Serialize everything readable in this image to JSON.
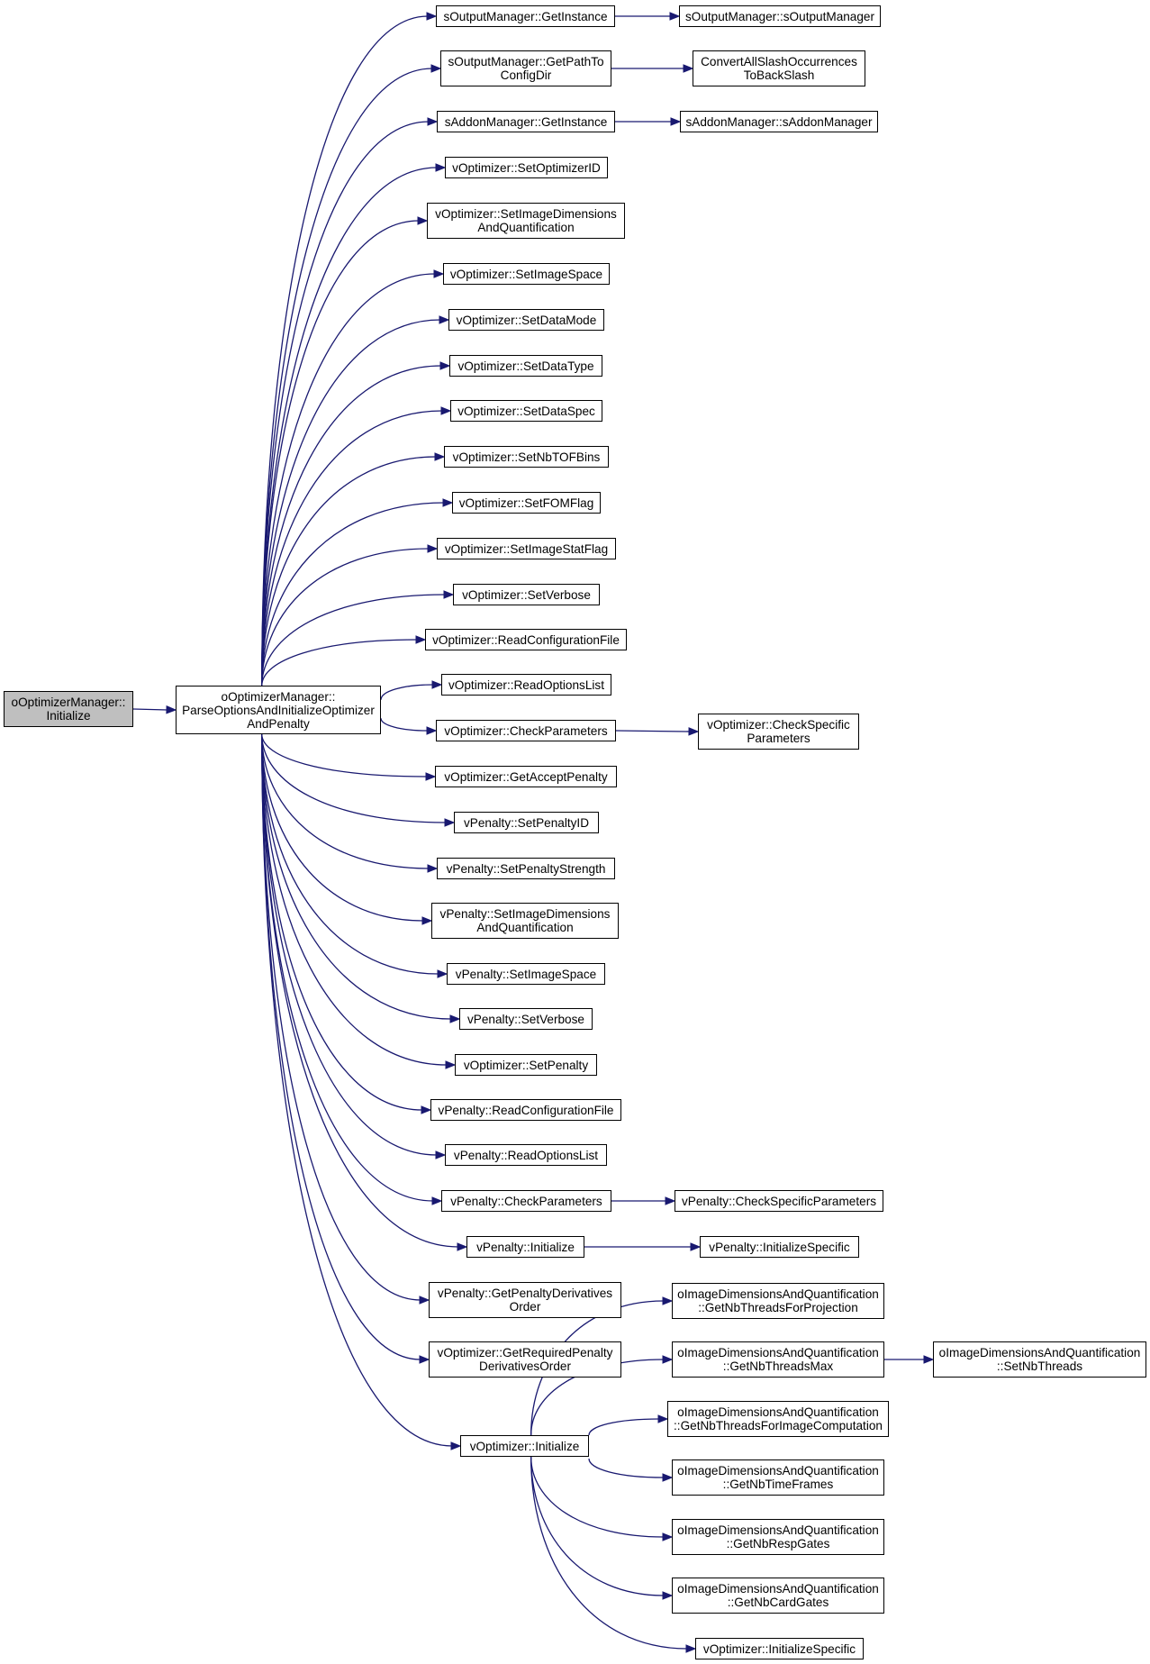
{
  "colors": {
    "edge": "#191970",
    "root_fill": "#bfbfbf",
    "node_border": "#000000"
  },
  "nodes": {
    "root": "oOptimizerManager::\nInitialize",
    "parse": "oOptimizerManager::\nParseOptionsAndInitializeOptimizer\nAndPenalty",
    "out_getinst": "sOutputManager::GetInstance",
    "out_ctor": "sOutputManager::sOutputManager",
    "out_getpath": "sOutputManager::GetPathTo\nConfigDir",
    "convert_slash": "ConvertAllSlashOccurrences\nToBackSlash",
    "addon_getinst": "sAddonManager::GetInstance",
    "addon_ctor": "sAddonManager::sAddonManager",
    "vo_setoptid": "vOptimizer::SetOptimizerID",
    "vo_setimgdim": "vOptimizer::SetImageDimensions\nAndQuantification",
    "vo_setimgspace": "vOptimizer::SetImageSpace",
    "vo_setdatamode": "vOptimizer::SetDataMode",
    "vo_setdatatype": "vOptimizer::SetDataType",
    "vo_setdataspec": "vOptimizer::SetDataSpec",
    "vo_setnbtof": "vOptimizer::SetNbTOFBins",
    "vo_setfom": "vOptimizer::SetFOMFlag",
    "vo_setimgstat": "vOptimizer::SetImageStatFlag",
    "vo_setverbose": "vOptimizer::SetVerbose",
    "vo_readconf": "vOptimizer::ReadConfigurationFile",
    "vo_readopts": "vOptimizer::ReadOptionsList",
    "vo_checkparams": "vOptimizer::CheckParameters",
    "vo_checkspec": "vOptimizer::CheckSpecific\nParameters",
    "vo_getaccept": "vOptimizer::GetAcceptPenalty",
    "vp_setpenid": "vPenalty::SetPenaltyID",
    "vp_setstrength": "vPenalty::SetPenaltyStrength",
    "vp_setimgdim": "vPenalty::SetImageDimensions\nAndQuantification",
    "vp_setimgspace": "vPenalty::SetImageSpace",
    "vp_setverbose": "vPenalty::SetVerbose",
    "vo_setpenalty": "vOptimizer::SetPenalty",
    "vp_readconf": "vPenalty::ReadConfigurationFile",
    "vp_readopts": "vPenalty::ReadOptionsList",
    "vp_checkparams": "vPenalty::CheckParameters",
    "vp_checkspec": "vPenalty::CheckSpecificParameters",
    "vp_init": "vPenalty::Initialize",
    "vp_initspec": "vPenalty::InitializeSpecific",
    "vp_getderiv": "vPenalty::GetPenaltyDerivatives\nOrder",
    "vo_getreqderiv": "vOptimizer::GetRequiredPenalty\nDerivativesOrder",
    "vo_init": "vOptimizer::Initialize",
    "oi_threadsproj": "oImageDimensionsAndQuantification\n::GetNbThreadsForProjection",
    "oi_threadsmax": "oImageDimensionsAndQuantification\n::GetNbThreadsMax",
    "oi_setthreads": "oImageDimensionsAndQuantification\n::SetNbThreads",
    "oi_threadsimg": "oImageDimensionsAndQuantification\n::GetNbThreadsForImageComputation",
    "oi_timeframes": "oImageDimensionsAndQuantification\n::GetNbTimeFrames",
    "oi_respgates": "oImageDimensionsAndQuantification\n::GetNbRespGates",
    "oi_cardgates": "oImageDimensionsAndQuantification\n::GetNbCardGates",
    "vo_initspec": "vOptimizer::InitializeSpecific"
  },
  "edges": [
    [
      "root",
      "parse"
    ],
    [
      "parse",
      "out_getinst"
    ],
    [
      "parse",
      "out_getpath"
    ],
    [
      "parse",
      "addon_getinst"
    ],
    [
      "parse",
      "vo_setoptid"
    ],
    [
      "parse",
      "vo_setimgdim"
    ],
    [
      "parse",
      "vo_setimgspace"
    ],
    [
      "parse",
      "vo_setdatamode"
    ],
    [
      "parse",
      "vo_setdatatype"
    ],
    [
      "parse",
      "vo_setdataspec"
    ],
    [
      "parse",
      "vo_setnbtof"
    ],
    [
      "parse",
      "vo_setfom"
    ],
    [
      "parse",
      "vo_setimgstat"
    ],
    [
      "parse",
      "vo_setverbose"
    ],
    [
      "parse",
      "vo_readconf"
    ],
    [
      "parse",
      "vo_readopts"
    ],
    [
      "parse",
      "vo_checkparams"
    ],
    [
      "parse",
      "vo_getaccept"
    ],
    [
      "parse",
      "vp_setpenid"
    ],
    [
      "parse",
      "vp_setstrength"
    ],
    [
      "parse",
      "vp_setimgdim"
    ],
    [
      "parse",
      "vp_setimgspace"
    ],
    [
      "parse",
      "vp_setverbose"
    ],
    [
      "parse",
      "vo_setpenalty"
    ],
    [
      "parse",
      "vp_readconf"
    ],
    [
      "parse",
      "vp_readopts"
    ],
    [
      "parse",
      "vp_checkparams"
    ],
    [
      "parse",
      "vp_init"
    ],
    [
      "parse",
      "vp_getderiv"
    ],
    [
      "parse",
      "vo_getreqderiv"
    ],
    [
      "parse",
      "vo_init"
    ],
    [
      "out_getinst",
      "out_ctor"
    ],
    [
      "out_getpath",
      "convert_slash"
    ],
    [
      "addon_getinst",
      "addon_ctor"
    ],
    [
      "vo_checkparams",
      "vo_checkspec"
    ],
    [
      "vp_checkparams",
      "vp_checkspec"
    ],
    [
      "vp_init",
      "vp_initspec"
    ],
    [
      "vo_init",
      "oi_threadsproj"
    ],
    [
      "vo_init",
      "oi_threadsmax"
    ],
    [
      "vo_init",
      "oi_threadsimg"
    ],
    [
      "vo_init",
      "oi_timeframes"
    ],
    [
      "vo_init",
      "oi_respgates"
    ],
    [
      "vo_init",
      "oi_cardgates"
    ],
    [
      "vo_init",
      "vo_initspec"
    ],
    [
      "oi_threadsmax",
      "oi_setthreads"
    ]
  ]
}
